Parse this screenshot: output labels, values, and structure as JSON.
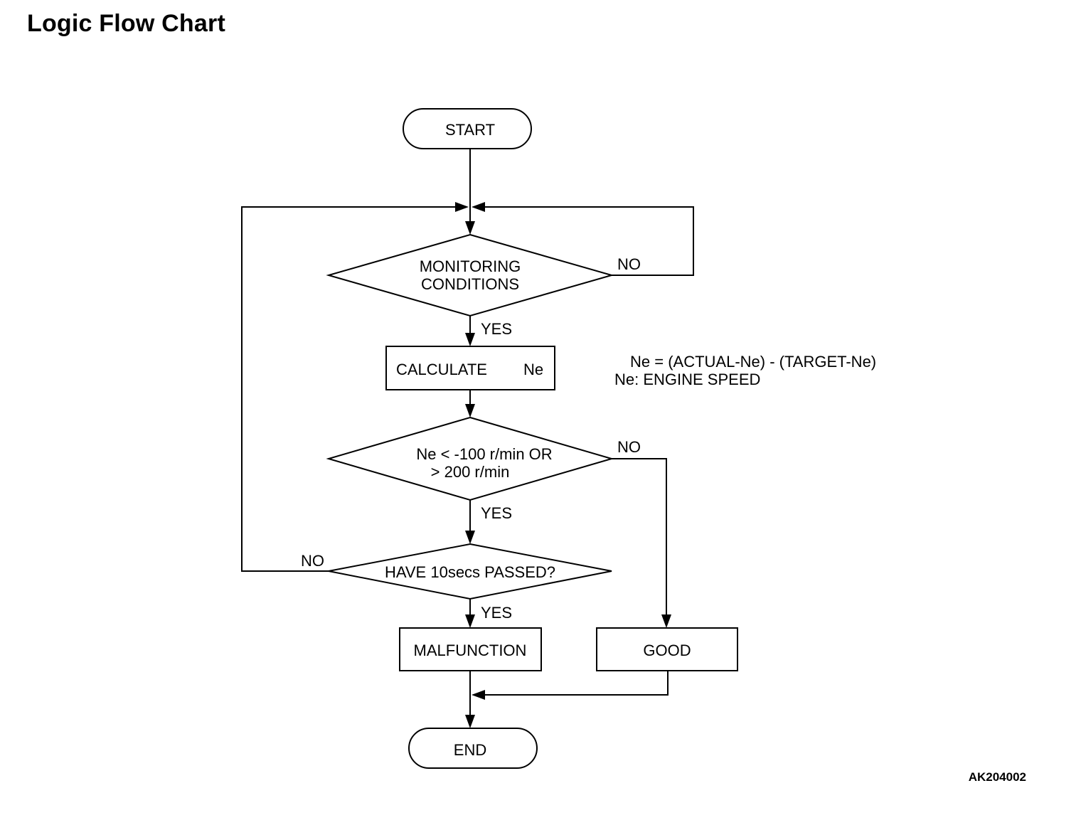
{
  "title": "Logic Flow Chart",
  "nodes": {
    "start": "START",
    "monitoring": [
      "MONITORING",
      "CONDITIONS"
    ],
    "calculate": [
      "CALCULATE",
      "Ne"
    ],
    "threshold": [
      "Ne < -100 r/min OR",
      "> 200 r/min"
    ],
    "timer": "HAVE 10secs PASSED?",
    "malfunction": "MALFUNCTION",
    "good": "GOOD",
    "end": "END"
  },
  "edges": {
    "monitoring_yes": "YES",
    "monitoring_no": "NO",
    "threshold_yes": "YES",
    "threshold_no": "NO",
    "timer_yes": "YES",
    "timer_no": "NO"
  },
  "note": [
    "Ne = (ACTUAL-Ne) - (TARGET-Ne)",
    "Ne: ENGINE SPEED"
  ],
  "figure_id": "AK204002"
}
